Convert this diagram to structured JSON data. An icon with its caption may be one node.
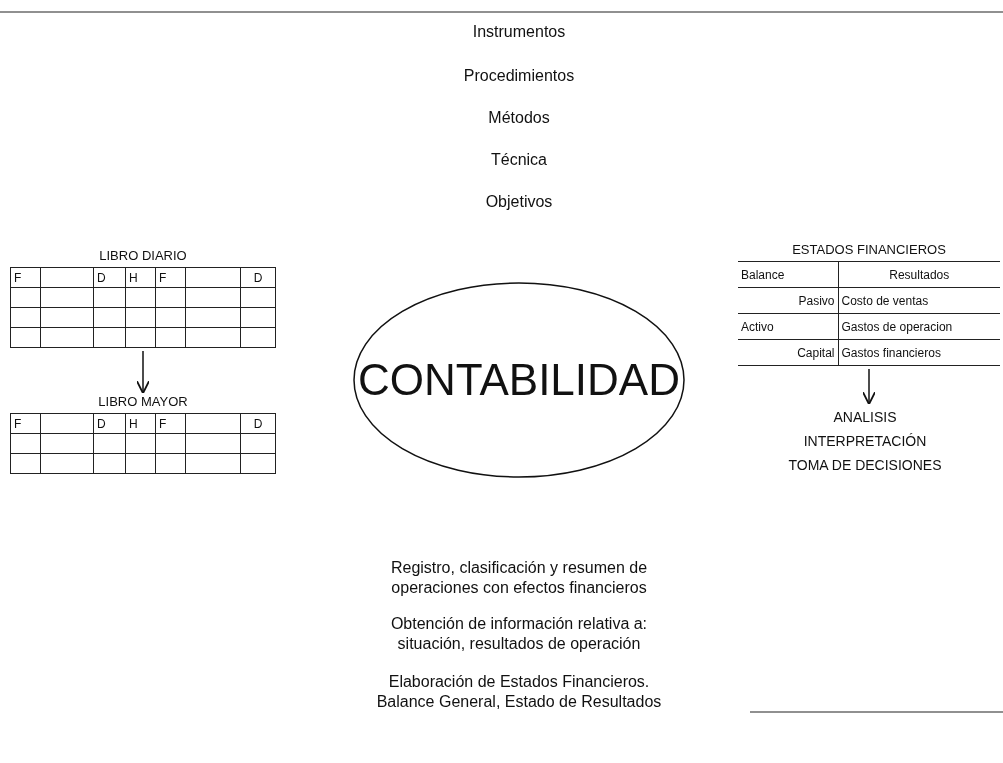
{
  "diagram": {
    "nodes": [
      {
        "text": [
          "LIBRO DIARIO",
          "F",
          "D",
          "H",
          "F",
          "D"
        ]
      },
      {
        "text": [
          "LIBRO MAYOR",
          "F",
          "D",
          "H",
          "F",
          "D"
        ]
      },
      {
        "text": [
          "CONTABILIDAD"
        ]
      },
      {
        "text": [
          "ESTADOS FINANCIEROS",
          "Balance",
          "Resultados",
          "Pasivo",
          "Costo de ventas",
          "Activo",
          "Gastos de operacion",
          "Capital",
          "Gastos financieros"
        ]
      },
      {
        "text": [
          "ANALISIS",
          "INTERPRETACIÓN",
          "TOMA DE DECISIONES"
        ]
      }
    ],
    "edges": [
      {
        "from": 0,
        "to": 1,
        "arrow": "to"
      },
      {
        "from": 3,
        "to": 4,
        "arrow": "to"
      }
    ],
    "labels": [
      "Instrumentos",
      "Procedimientos",
      "Métodos",
      "Técnica",
      "Objetivos",
      "Registro, clasificación y resumen de operaciones con efectos financieros",
      "Obtención de información relativa a: situación, resultados de operación",
      "Elaboración de Estados Financieros. Balance General, Estado de Resultados"
    ]
  }
}
